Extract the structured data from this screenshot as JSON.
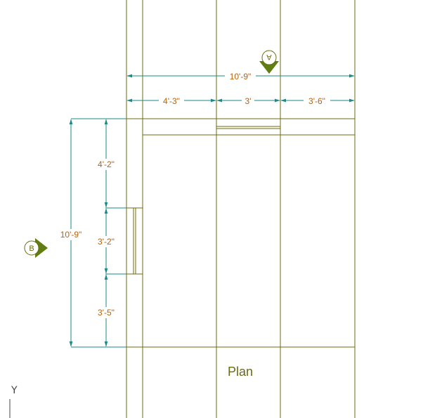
{
  "drawing": {
    "view_label": "Plan",
    "section_markers": {
      "top": "A",
      "left": "B"
    },
    "dimensions": {
      "top_overall": "10'-9\"",
      "top_segments": [
        "4'-3\"",
        "3'",
        "3'-6\""
      ],
      "left_overall": "10'-9\"",
      "left_segments": [
        "4'-2\"",
        "3'-2\"",
        "3'-5\""
      ]
    },
    "ucs_axis": "Y",
    "colors": {
      "linework": "#6b6b12",
      "dimension_lines": "#1a8a8a",
      "dimension_text": "#b8620e",
      "marker_fill": "#5f7d10"
    }
  }
}
